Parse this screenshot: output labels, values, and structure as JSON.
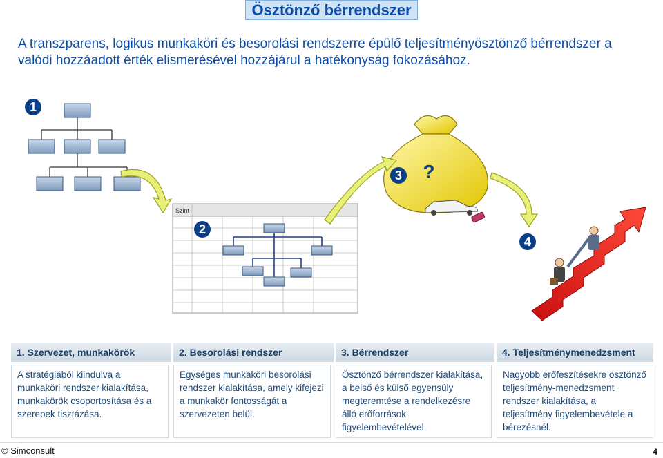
{
  "title": "Ösztönző bérrendszer",
  "subtitle": "A transzparens, logikus munkaköri és besorolási rendszerre épülő teljesítményösztönző bérrendszer a valódi hozzáadott érték elismerésével hozzájárul a hatékonyság fokozásához.",
  "figure": {
    "numbers": [
      "1",
      "2",
      "3",
      "4"
    ],
    "question_mark": "?",
    "grid_label": "Szint"
  },
  "columns": [
    {
      "header": "1. Szervezet, munkakörök",
      "body": "A stratégiából kiindulva a munkaköri rendszer kialakítása, munkakörök csoportosítása és a szerepek tisztázása."
    },
    {
      "header": "2. Besorolási rendszer",
      "body": "Egységes munkaköri besorolási rendszer kialakítása, amely kifejezi a munkakör fontosságát a szervezeten belül."
    },
    {
      "header": "3. Bérrendszer",
      "body": "Ösztönző bérrendszer kialakítása, a belső és külső egyensúly megteremtése a rendelkezésre álló erőforrások figyelembevételével."
    },
    {
      "header": "4. Teljesítménymenedzsment",
      "body": "Nagyobb erőfeszítésekre ösztönző teljesítmény-menedzsment rendszer kialakítása, a teljesítmény figyelembevétele a bérezésnél."
    }
  ],
  "footer": {
    "copyright": "© Simconsult",
    "page": "4"
  }
}
